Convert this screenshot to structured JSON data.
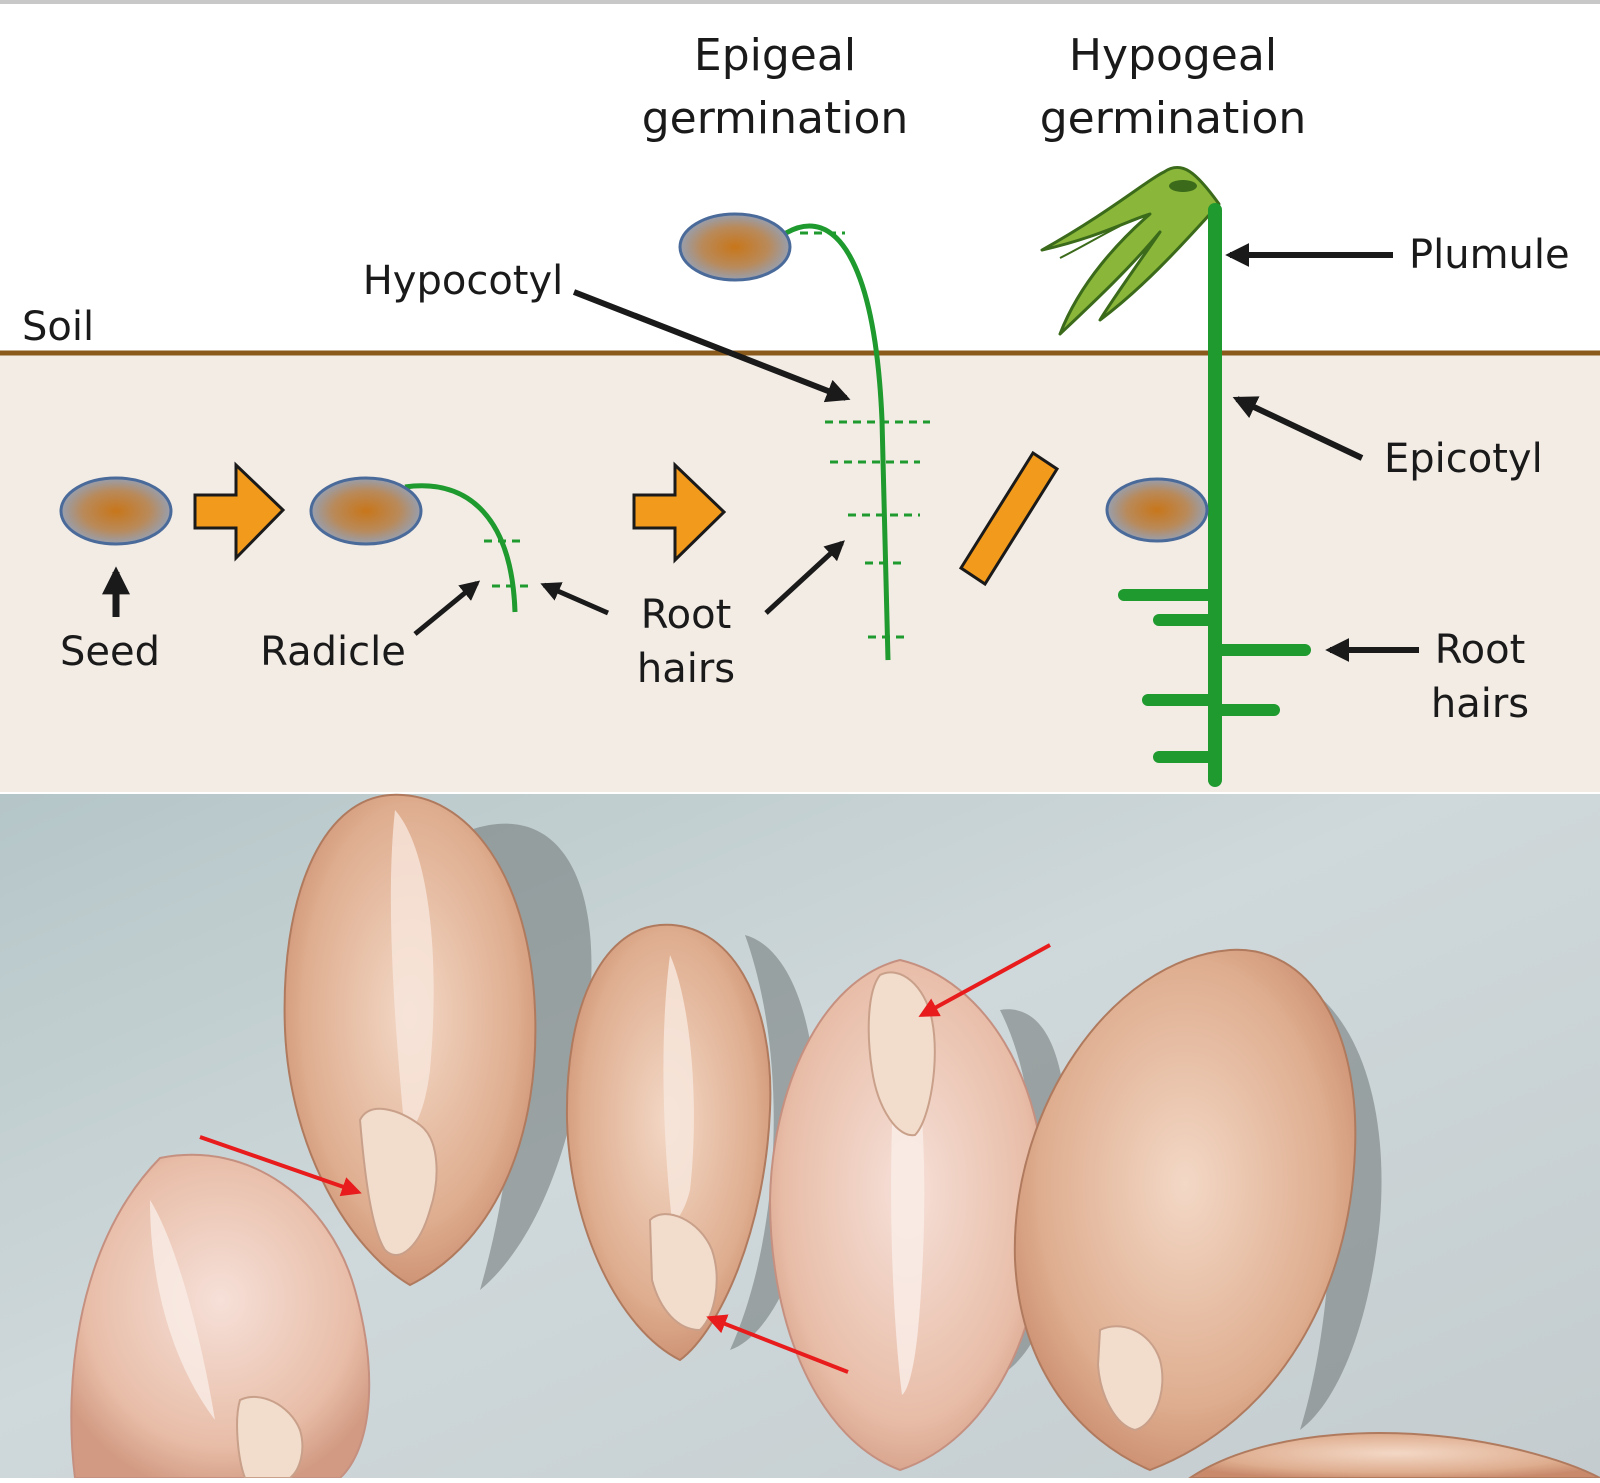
{
  "diagram": {
    "titles": {
      "epigeal_line1": "Epigeal",
      "epigeal_line2": "germination",
      "hypogeal_line1": "Hypogeal",
      "hypogeal_line2": "germination"
    },
    "labels": {
      "soil": "Soil",
      "seed": "Seed",
      "radicle": "Radicle",
      "hypocotyl": "Hypocotyl",
      "root_hairs_center_line1": "Root",
      "root_hairs_center_line2": "hairs",
      "plumule": "Plumule",
      "epicotyl": "Epicotyl",
      "root_hairs_right_line1": "Root",
      "root_hairs_right_line2": "hairs"
    },
    "colors": {
      "soil_fill": "#f3ece5",
      "soil_line": "#8a5a1c",
      "stem_green": "#1e9a2e",
      "arrow_orange": "#f29a1c",
      "arrow_black": "#1a1a1a",
      "seed_center": "#c8761a",
      "seed_edge": "#6a8ab8",
      "plumule_green": "#8ab63a"
    }
  },
  "photo": {
    "annotation_color": "#e81c1c",
    "background_color": "#c6d0d2"
  }
}
